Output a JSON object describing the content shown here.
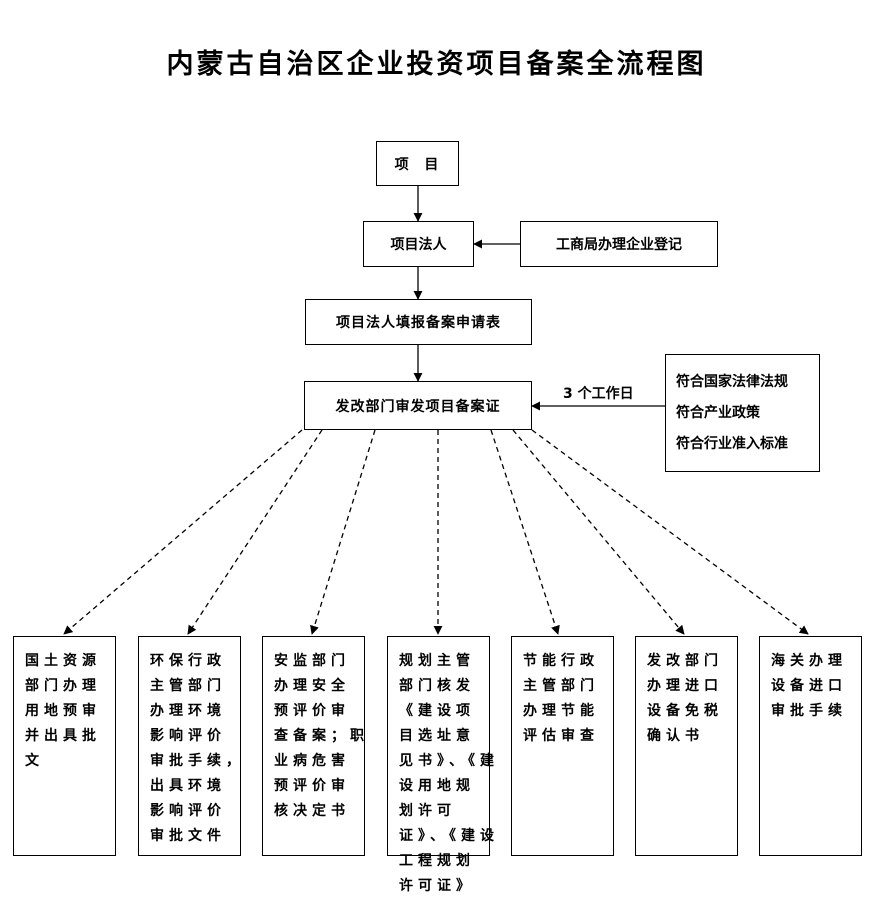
{
  "title": "内蒙古自治区企业投资项目备案全流程图",
  "nodes": {
    "project": "项  目",
    "legal": "项目法人",
    "register": "工商局办理企业登记",
    "fill": "项目法人填报备案申请表",
    "issue": "发改部门审发项目备案证"
  },
  "time_label": "3 个工作日",
  "conditions": [
    "符合国家法律法规",
    "符合产业政策",
    "符合行业准入标准"
  ],
  "departments": [
    "国土资源\n部门办理\n用地预审\n并出具批\n文",
    "环保行政\n主管部门\n办理环境\n影响评价\n审批手续，\n出具环境\n影响评价\n审批文件",
    "安监部门\n办理安全\n预评价审\n查备案；职\n业病危害\n预评价审\n核决定书",
    "规划主管\n部门核发\n《建设项\n目选址意\n见书》、《建\n设用地规\n划许可\n证》、《建设\n工程规划\n许可证》",
    "节能行政\n主管部门\n办理节能\n评估审查",
    "发改部门\n办理进口\n设备免税\n确认书",
    "海关办理\n设备进口\n审批手续"
  ]
}
